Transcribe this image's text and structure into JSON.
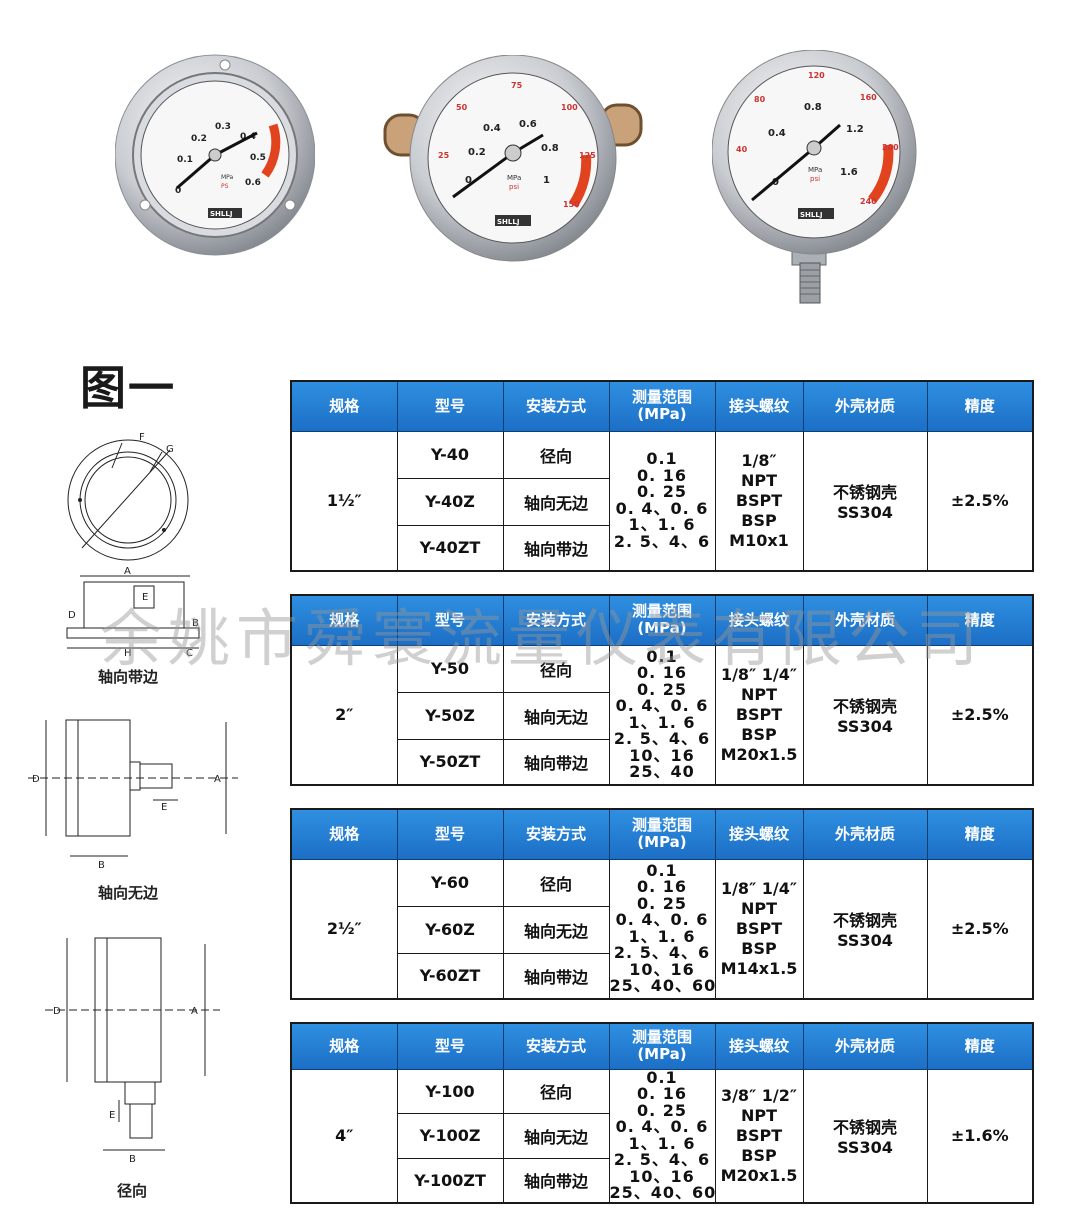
{
  "figure_title": "图一",
  "gauge_brand": "SHLLJ",
  "gauges": [
    {
      "unit": "MPa",
      "unit2": "PS",
      "ticks": [
        "0",
        "0.1",
        "0.2",
        "0.3",
        "0.4",
        "0.5",
        "0.6"
      ]
    },
    {
      "unit": "MPa",
      "unit2": "psi",
      "ticks": [
        "0",
        "0.2",
        "0.4",
        "0.6",
        "0.8",
        "1"
      ],
      "psi_ticks": [
        "25",
        "50",
        "75",
        "100",
        "125",
        "150"
      ]
    },
    {
      "unit": "MPa",
      "unit2": "psi",
      "ticks": [
        "0",
        "0.4",
        "0.8",
        "1.2",
        "1.6"
      ],
      "psi_ticks": [
        "40",
        "80",
        "120",
        "160",
        "200",
        "240"
      ]
    }
  ],
  "drawings": [
    {
      "caption": "轴向带边",
      "labels": [
        "F",
        "G",
        "A",
        "E",
        "D",
        "B",
        "H",
        "C"
      ]
    },
    {
      "caption": "轴向无边",
      "labels": [
        "D",
        "A",
        "E",
        "B"
      ]
    },
    {
      "caption": "径向",
      "labels": [
        "D",
        "A",
        "E",
        "B"
      ]
    }
  ],
  "headers": [
    "规格",
    "型号",
    "安装方式",
    "测量范围\n(MPa)",
    "接头螺纹",
    "外壳材质",
    "精度"
  ],
  "tables": [
    {
      "size": "1½″",
      "models": [
        "Y-40",
        "Y-40Z",
        "Y-40ZT"
      ],
      "mounts": [
        "径向",
        "轴向无边",
        "轴向带边"
      ],
      "range": "0.1\n0. 16\n0. 25\n0. 4、0. 6\n1、1. 6\n2. 5、4、6",
      "thread": [
        "1/8″",
        "NPT",
        "BSPT",
        "BSP",
        "M10x1"
      ],
      "material": "不锈钢壳 SS304",
      "accuracy": "±2.5%"
    },
    {
      "size": "2″",
      "models": [
        "Y-50",
        "Y-50Z",
        "Y-50ZT"
      ],
      "mounts": [
        "径向",
        "轴向无边",
        "轴向带边"
      ],
      "range": "0.1\n0. 16\n0. 25\n0. 4、0. 6\n1、1. 6\n2. 5、4、6\n10、16\n25、40",
      "thread": [
        "1/8″ 1/4″",
        "NPT",
        "BSPT",
        "BSP",
        "M20x1.5"
      ],
      "material": "不锈钢壳 SS304",
      "accuracy": "±2.5%"
    },
    {
      "size": "2½″",
      "models": [
        "Y-60",
        "Y-60Z",
        "Y-60ZT"
      ],
      "mounts": [
        "径向",
        "轴向无边",
        "轴向带边"
      ],
      "range": "0.1\n0. 16\n0. 25\n0. 4、0. 6\n1、1. 6\n2. 5、4、6\n10、16\n25、40、60",
      "thread": [
        "1/8″  1/4″",
        "NPT",
        "BSPT",
        "BSP",
        "M14x1.5"
      ],
      "material": "不锈钢壳 SS304",
      "accuracy": "±2.5%"
    },
    {
      "size": "4″",
      "models": [
        "Y-100",
        "Y-100Z",
        "Y-100ZT"
      ],
      "mounts": [
        "径向",
        "轴向无边",
        "轴向带边"
      ],
      "range": "0.1\n0. 16\n0. 25\n0. 4、0. 6\n1、1. 6\n2. 5、4、6\n10、16\n25、40、60",
      "thread": [
        "3/8″ 1/2″",
        "NPT",
        "BSPT",
        "BSP",
        "M20x1.5"
      ],
      "material": "不锈钢壳 SS304",
      "accuracy": "±1.6%"
    }
  ],
  "watermark": "余姚市舜寰流量仪表有限公司"
}
